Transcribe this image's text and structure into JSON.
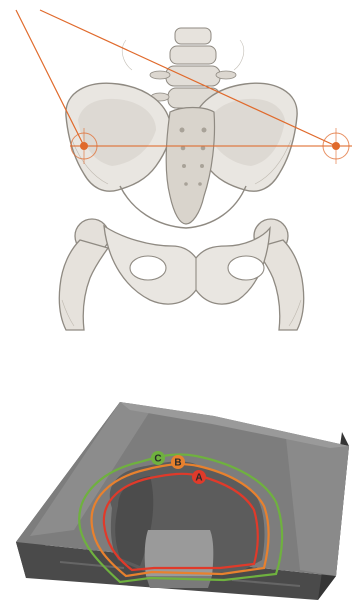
{
  "colors": {
    "bone": "#e9e6e1",
    "bone_shade": "#bdb7ad",
    "bone_line": "#8f8a82",
    "pointer": "#e06a2c",
    "cushion_top": "#7d7d7d",
    "cushion_side": "#3f3f3f",
    "well": "#5f5f5f",
    "zone_a": "#e03a2a",
    "zone_b": "#e8812e",
    "zone_c": "#6fb13f"
  },
  "icons": [
    "pelvis-illustration",
    "hip-marker-icon",
    "seat-cushion-illustration"
  ],
  "cushion": {
    "zones": [
      {
        "label": "C",
        "color": "#6fb13f"
      },
      {
        "label": "B",
        "color": "#e8812e"
      },
      {
        "label": "A",
        "color": "#e03a2a"
      }
    ]
  }
}
